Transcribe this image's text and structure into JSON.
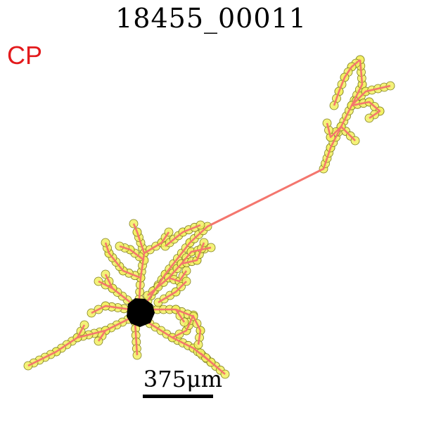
{
  "title": "18455_00011",
  "region_label": "CP",
  "scale_label": "375μm",
  "colors": {
    "region": "#e31a1c",
    "branch": "#f4766e",
    "node_fill": "#f2f062",
    "node_stroke": "#7f7f1f",
    "soma": "#000000"
  }
}
